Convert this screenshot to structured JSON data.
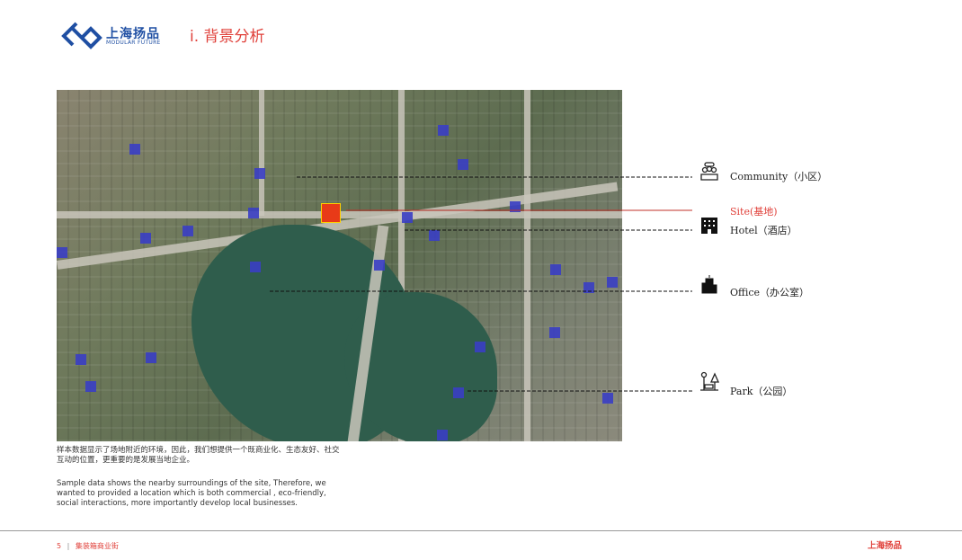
{
  "header": {
    "logo_cn": "上海扬品",
    "logo_en": "MODULAR FUTURE",
    "title": "i. 背景分析"
  },
  "legend": [
    {
      "label": "Community（小区）",
      "icon": "community-icon"
    },
    {
      "label": "Site(基地)",
      "icon": "",
      "color": "#e0403a"
    },
    {
      "label": "Hotel（酒店）",
      "icon": "hotel-icon"
    },
    {
      "label": "Office（办公室）",
      "icon": "office-icon"
    },
    {
      "label": "Park（公园）",
      "icon": "park-icon"
    }
  ],
  "description": {
    "cn": "样本数据显示了场地附近的环境，因此，我们想提供一个既商业化、生态友好、社交互动的位置，更重要的是发展当地企业。",
    "en": "Sample data shows the nearby surroundings of the site, Therefore, we wanted to provided a location which is both commercial , eco-friendly, social interactions, more importantly develop local businesses."
  },
  "footer": {
    "page": "5",
    "separator": "|",
    "section": "集装箱商业街",
    "brand": "上海扬品"
  },
  "colors": {
    "accent": "#e0403a",
    "brand": "#1f4fa3",
    "marker": "#3a3ec4"
  }
}
